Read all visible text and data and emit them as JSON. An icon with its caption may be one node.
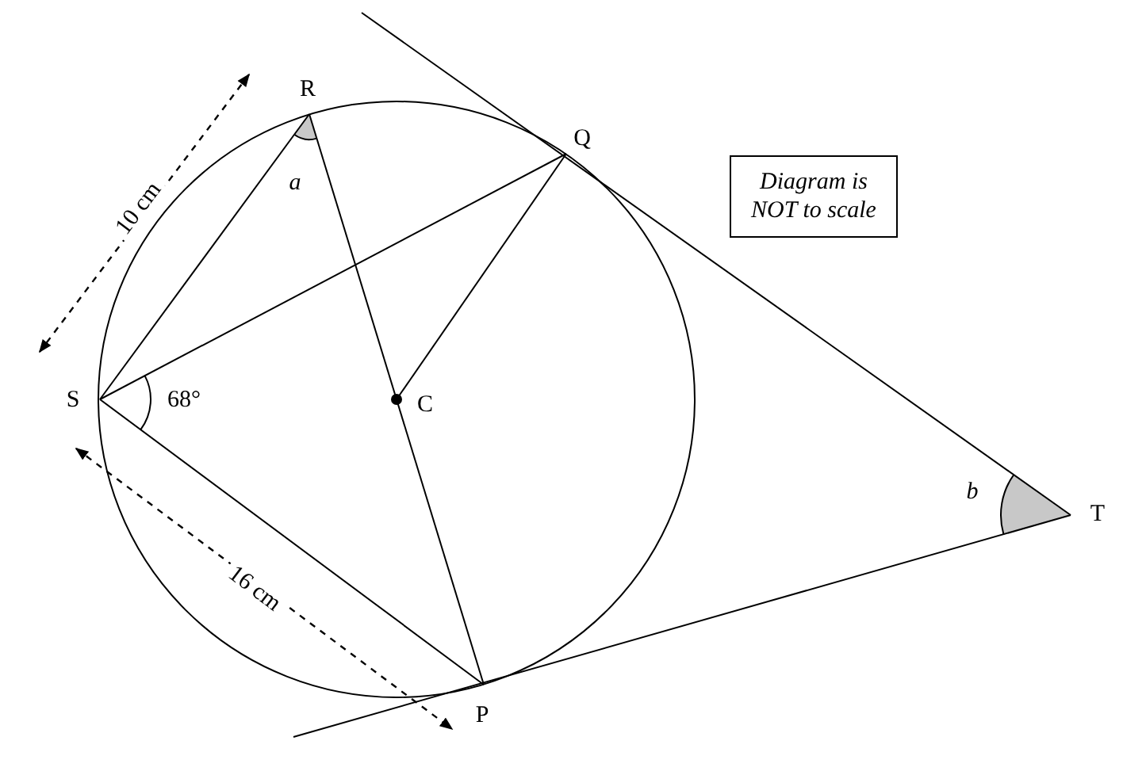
{
  "diagram": {
    "nodes": [
      {
        "text": [
          "Diagram is NOT to scale"
        ]
      }
    ],
    "labels": [
      "R",
      "Q",
      "a",
      "10 cm",
      "S",
      "68°",
      "C",
      "b",
      "T",
      "16 cm",
      "P"
    ]
  }
}
